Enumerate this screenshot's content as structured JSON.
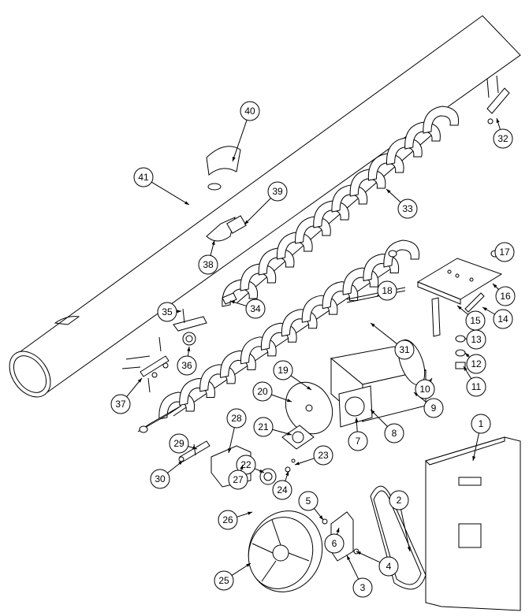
{
  "diagram": {
    "type": "exploded-parts-diagram",
    "callouts": [
      "1",
      "2",
      "3",
      "4",
      "5",
      "6",
      "7",
      "8",
      "9",
      "10",
      "11",
      "12",
      "13",
      "14",
      "15",
      "16",
      "17",
      "18",
      "19",
      "20",
      "21",
      "22",
      "23",
      "24",
      "25",
      "26",
      "27",
      "28",
      "29",
      "30",
      "31",
      "32",
      "33",
      "34",
      "35",
      "36",
      "37",
      "38",
      "39",
      "40",
      "41"
    ]
  }
}
